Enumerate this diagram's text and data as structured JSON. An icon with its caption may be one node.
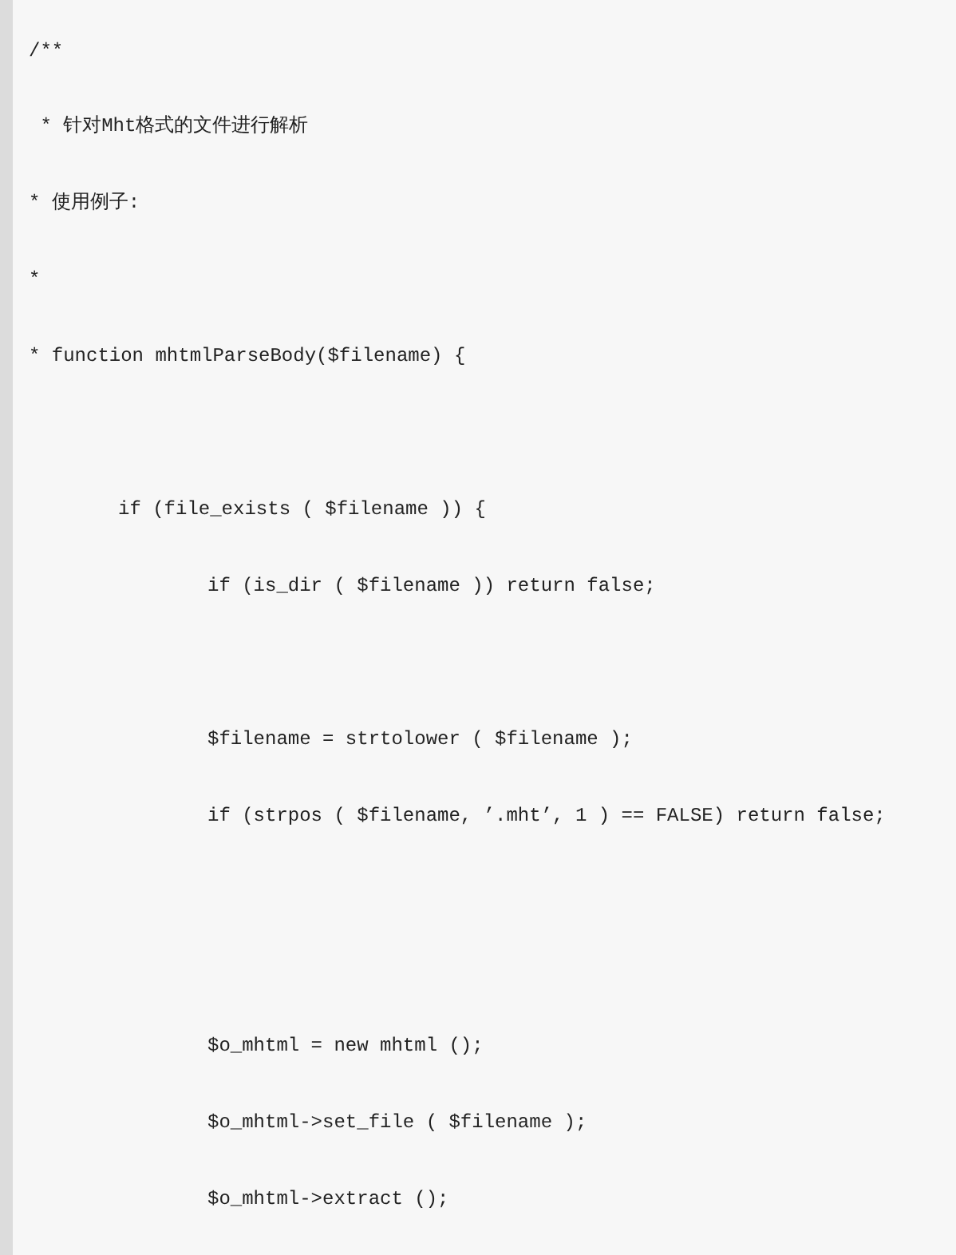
{
  "diagram": {
    "labels": [
      "/**",
      " * 针对Mht格式的文件进行解析",
      "* 使用例子:",
      "*",
      "* function mhtmlParseBody($filename) {",
      "if (file_exists ( $filename )) {",
      "if (is_dir ( $filename )) return false;",
      "$filename = strtolower ( $filename );",
      "if (strpos ( $filename, ’.mht’, 1 ) == FALSE) return false;",
      "$o_mhtml = new mhtml ();",
      "$o_mhtml->set_file ( $filename );",
      "$o_mhtml->extract ();"
    ]
  }
}
